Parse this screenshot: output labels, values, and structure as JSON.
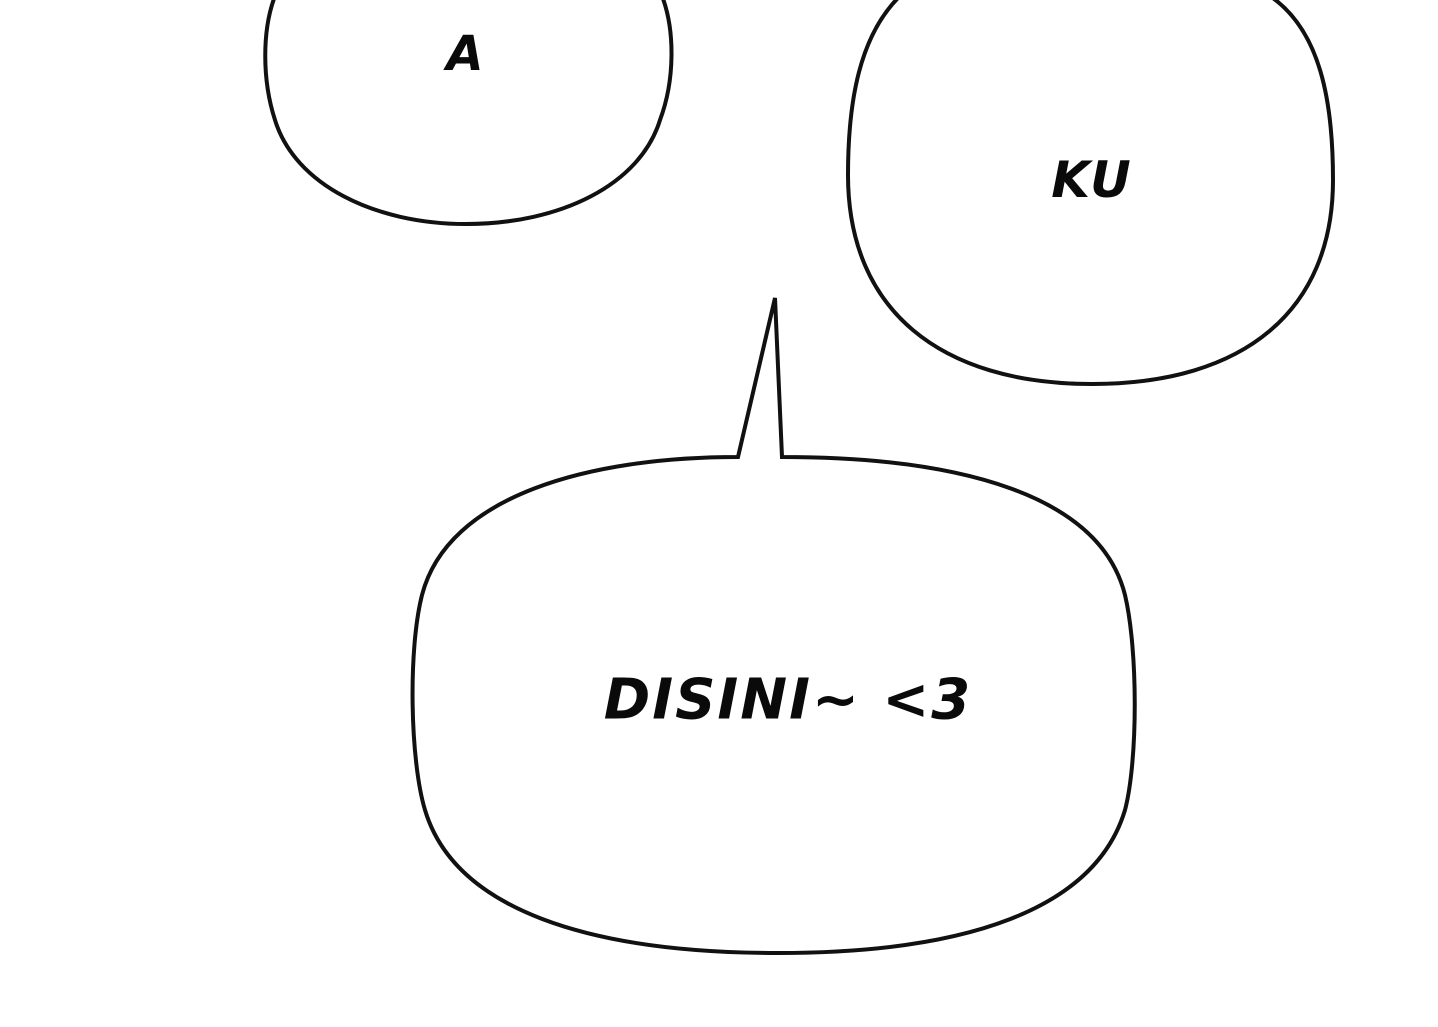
{
  "bubbles": {
    "top_left": {
      "text": "A"
    },
    "top_right": {
      "text": "KU"
    },
    "bottom": {
      "text": "DISINI~ <3"
    }
  },
  "colors": {
    "background": "#ffffff",
    "outline": "#111111",
    "text": "#0a0a0a"
  }
}
